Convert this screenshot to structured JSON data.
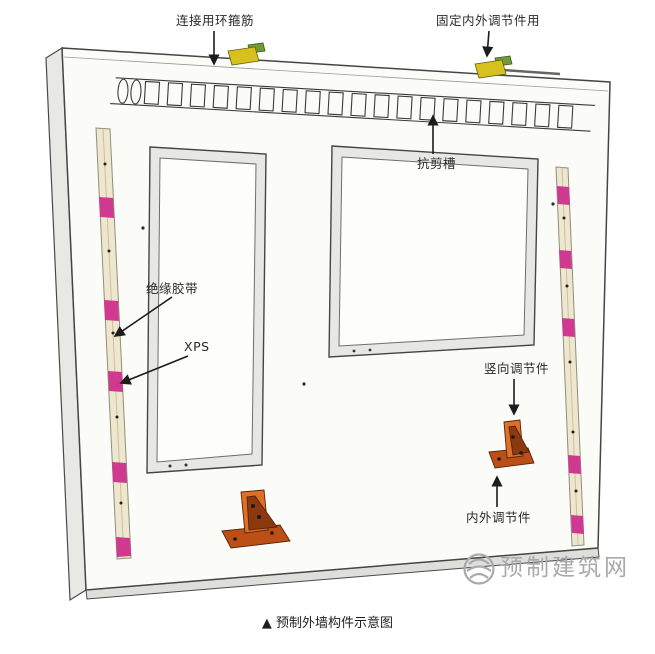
{
  "figure": {
    "caption": "▲ 预制外墙构件示意图",
    "watermark": "预制建筑网"
  },
  "labels": {
    "ring_stirrup": "连接用环箍筋",
    "fix_in_out_adjuster": "固定内外调节件用",
    "shear_key": "抗剪槽",
    "insulation_tape": "绝缘胶带",
    "xps": "XPS",
    "vertical_adjuster": "竖向调节件",
    "in_out_adjuster": "内外调节件"
  },
  "colors": {
    "tape_pink": "#cf3a90",
    "bracket_orange": "#dd7026",
    "bracket_dark": "#8a3a0e",
    "bracket_base": "#bb4f16",
    "plate_yellow": "#d6c11f",
    "plate_green": "#70993a",
    "watermark_gray": "#a9a9a9"
  }
}
